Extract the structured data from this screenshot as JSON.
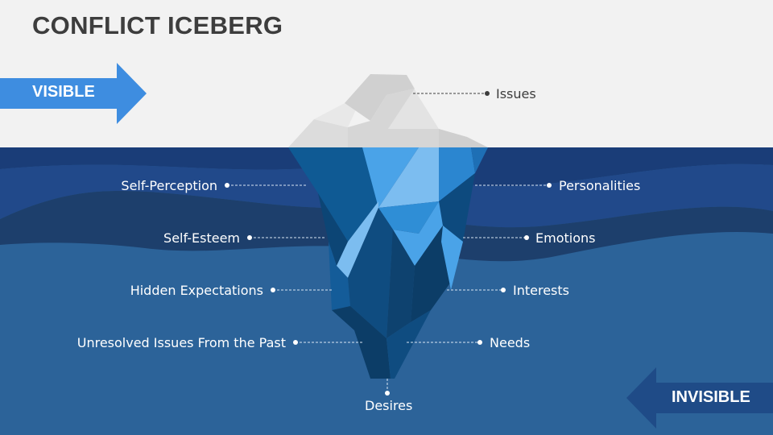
{
  "title": "CONFLICT ICEBERG",
  "arrows": {
    "visible": "VISIBLE",
    "invisible": "INVISIBLE"
  },
  "labels": {
    "top": "Issues",
    "left": [
      "Self-Perception",
      "Self-Esteem",
      "Hidden Expectations",
      "Unresolved Issues From the Past"
    ],
    "right": [
      "Personalities",
      "Emotions",
      "Interests",
      "Needs"
    ],
    "bottom": "Desires"
  },
  "colors": {
    "background": "#f2f2f2",
    "water_deep": "#2c6399",
    "wave_dark": "#1d3f6c",
    "wave_mid": "#21498a",
    "arrow_visible": "#3e8de0",
    "arrow_invisible": "#1f4b87",
    "ice_light": "#d9d9d9",
    "ice_blue_light": "#7cbdf0",
    "ice_blue": "#4aa3e8",
    "ice_dark": "#0f4c80"
  }
}
